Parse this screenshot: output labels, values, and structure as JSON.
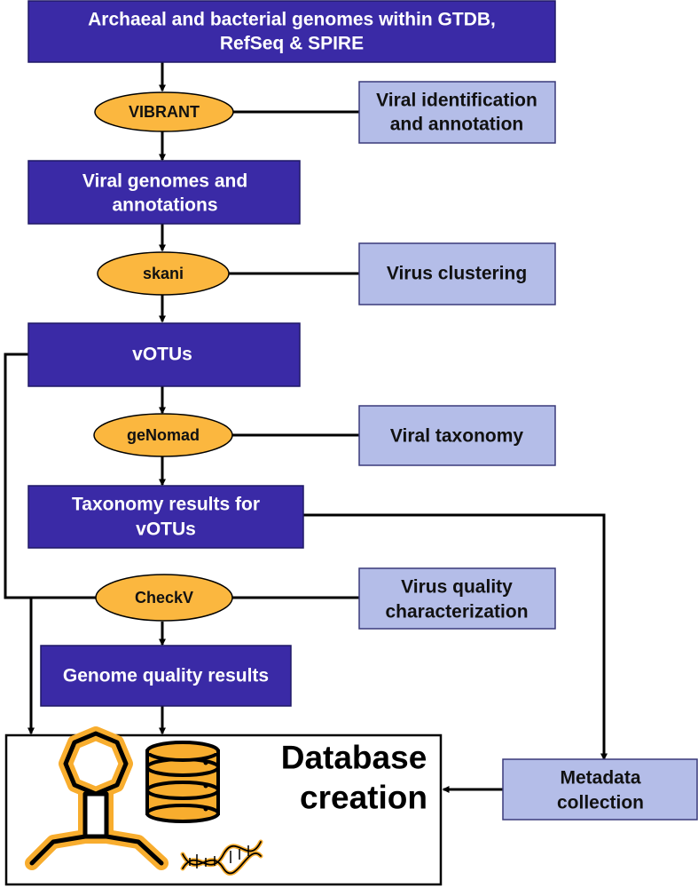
{
  "colors": {
    "process_box": "#3a2aa6",
    "description_box": "#b4bde8",
    "tool_ellipse": "#fbb73f",
    "line": "#000000",
    "illustration_accent": "#f8ad2e"
  },
  "steps": {
    "genomes": [
      "Archaeal and bacterial genomes within GTDB,",
      "RefSeq & SPIRE"
    ],
    "viral_genomes": [
      "Viral genomes and",
      "annotations"
    ],
    "votus": [
      "vOTUs"
    ],
    "taxonomy_results": [
      "Taxonomy results for",
      "vOTUs"
    ],
    "quality_results": [
      "Genome quality results"
    ]
  },
  "tools": {
    "vibrant": "VIBRANT",
    "skani": "skani",
    "genomad": "geNomad",
    "checkv": "CheckV"
  },
  "descriptions": {
    "viral_identification": [
      "Viral identification",
      "and annotation"
    ],
    "virus_clustering": [
      "Virus clustering"
    ],
    "viral_taxonomy": [
      "Viral taxonomy"
    ],
    "virus_quality": [
      "Virus quality",
      "characterization"
    ],
    "metadata": [
      "Metadata",
      "collection"
    ]
  },
  "database": [
    "Database",
    "creation"
  ],
  "icons": {
    "phage": "bacteriophage-icon",
    "database": "database-cylinder-icon",
    "dna": "dna-helix-icon"
  }
}
